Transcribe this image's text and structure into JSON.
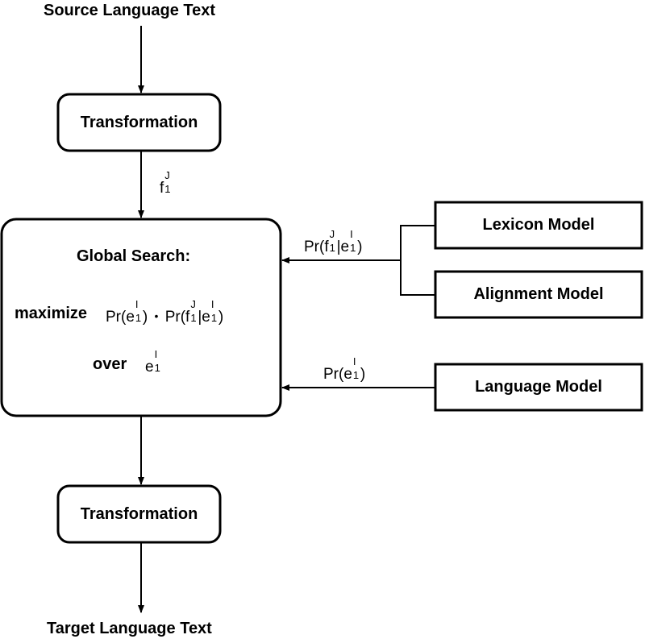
{
  "input_label": "Source Language Text",
  "output_label": "Target Language Text",
  "top_box": {
    "label": "Transformation"
  },
  "bottom_box": {
    "label": "Transformation"
  },
  "edge_f": {
    "base": "f",
    "sup": "J",
    "sub": "1"
  },
  "search_box": {
    "title": "Global Search:",
    "maximize_word": "maximize",
    "over_word": "over",
    "pr": "Pr(",
    "close": ")",
    "e": "e",
    "f": "f",
    "sup_I": "I",
    "sup_J": "J",
    "sub_1": "1",
    "bar": "|",
    "dot": "•"
  },
  "lexicon_box": {
    "label": "Lexicon Model"
  },
  "alignment_box": {
    "label": "Alignment Model"
  },
  "language_box": {
    "label": "Language Model"
  },
  "edge_translation": {
    "pr": "Pr(",
    "f": "f",
    "sup": "J",
    "sub": "1",
    "bar": "|",
    "e": "e",
    "sup2": "I",
    "sub2": "1",
    "close": ")"
  },
  "edge_language": {
    "pr": "Pr(",
    "e": "e",
    "sup": "I",
    "sub": "1",
    "close": ")"
  }
}
